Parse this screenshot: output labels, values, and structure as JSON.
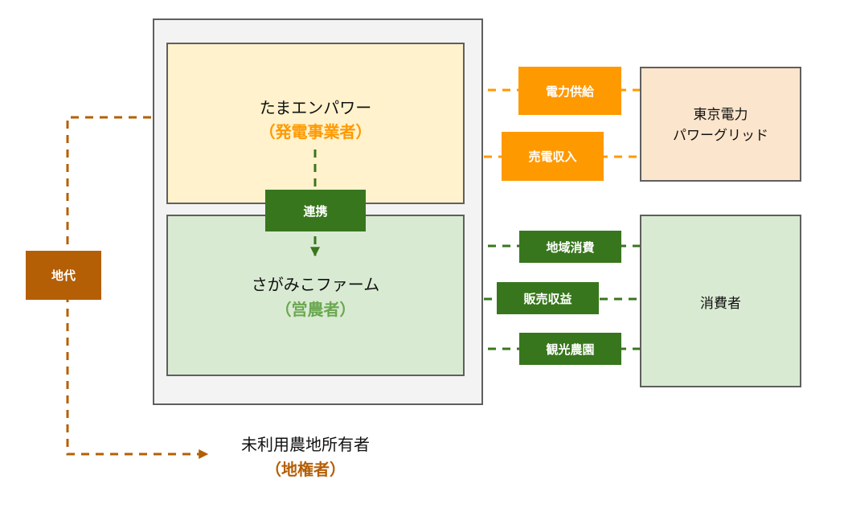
{
  "nodes": {
    "power_company": {
      "name": "たまエンパワー",
      "role": "（発電事業者）"
    },
    "farm": {
      "name": "さがみこファーム",
      "role": "（営農者）"
    },
    "tepco": {
      "line1": "東京電力",
      "line2": "パワーグリッド"
    },
    "consumer": {
      "name": "消費者"
    },
    "landowner": {
      "name": "未利用農地所有者",
      "role": "（地権者）"
    }
  },
  "tags": {
    "power_supply": "電力供給",
    "sales_income": "売電収入",
    "cooperation": "連携",
    "local_consumption": "地域消費",
    "sales_revenue": "販売収益",
    "agritourism": "観光農園",
    "land_rent": "地代"
  },
  "colors": {
    "orange": "#ff9900",
    "brown": "#b45f06",
    "dark_green": "#38761d",
    "green_text": "#6aa84f",
    "power_bg": "#fff2cc",
    "farm_bg": "#d9ead3",
    "tepco_bg": "#fce5cd",
    "outer_bg": "#f3f3f3"
  }
}
